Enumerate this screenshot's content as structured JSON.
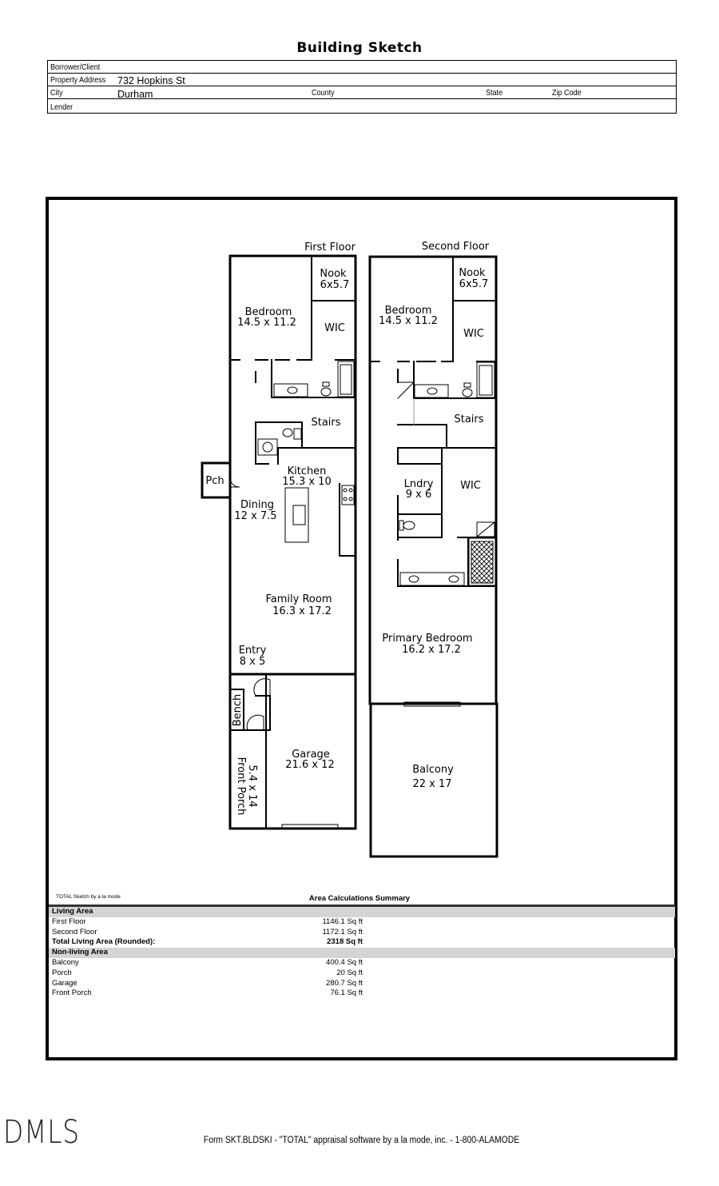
{
  "title": "Building Sketch",
  "header": {
    "borrower_label": "Borrower/Client",
    "address_label": "Property Address",
    "address_value": "732 Hopkins St",
    "city_label": "City",
    "city_value": "Durham",
    "county_label": "County",
    "state_label": "State",
    "zip_label": "Zip Code",
    "lender_label": "Lender"
  },
  "plan": {
    "first_floor_label": "First Floor",
    "second_floor_label": "Second Floor",
    "rooms": {
      "nook1_name": "Nook",
      "nook1_size": "6x5.7",
      "bed1_name": "Bedroom",
      "bed1_size": "14.5 x 11.2",
      "wic1": "WIC",
      "stairs1": "Stairs",
      "kitchen_name": "Kitchen",
      "kitchen_size": "15.3 x 10",
      "pch": "Pch",
      "dining_name": "Dining",
      "dining_size": "12 x 7.5",
      "family_name": "Family Room",
      "family_size": "16.3 x 17.2",
      "entry_name": "Entry",
      "entry_size": "8 x 5",
      "bench": "Bench",
      "garage_name": "Garage",
      "garage_size": "21.6 x 12",
      "porch_size": "5.4 x 14",
      "porch_name": "Front Porch",
      "nook2_name": "Nook",
      "nook2_size": "6x5.7",
      "bed2_name": "Bedroom",
      "bed2_size": "14.5 x 11.2",
      "wic2": "WIC",
      "stairs2": "Stairs",
      "lndry_name": "Lndry",
      "lndry_size": "9 x 6",
      "wic3": "WIC",
      "primary_name": "Primary Bedroom",
      "primary_size": "16.2 x 17.2",
      "balcony_name": "Balcony",
      "balcony_size": "22 x 17"
    }
  },
  "credit": "TOTAL Sketch by a la mode",
  "summary": {
    "title": "Area Calculations Summary",
    "living_header": "Living Area",
    "living_rows": [
      {
        "label": "First Floor",
        "value": "1146.1 Sq ft"
      },
      {
        "label": "Second Floor",
        "value": "1172.1 Sq ft"
      }
    ],
    "total_label": "Total Living Area (Rounded):",
    "total_value": "2318 Sq ft",
    "nonliving_header": "Non-living Area",
    "nonliving_rows": [
      {
        "label": "Balcony",
        "value": "400.4 Sq ft"
      },
      {
        "label": "Porch",
        "value": "20 Sq ft"
      },
      {
        "label": "Garage",
        "value": "280.7 Sq ft"
      },
      {
        "label": "Front Porch",
        "value": "76.1 Sq ft"
      }
    ]
  },
  "logo": "DMLS",
  "footer": "Form SKT.BLDSKI - \"TOTAL\" appraisal software by a la mode, inc. - 1-800-ALAMODE"
}
